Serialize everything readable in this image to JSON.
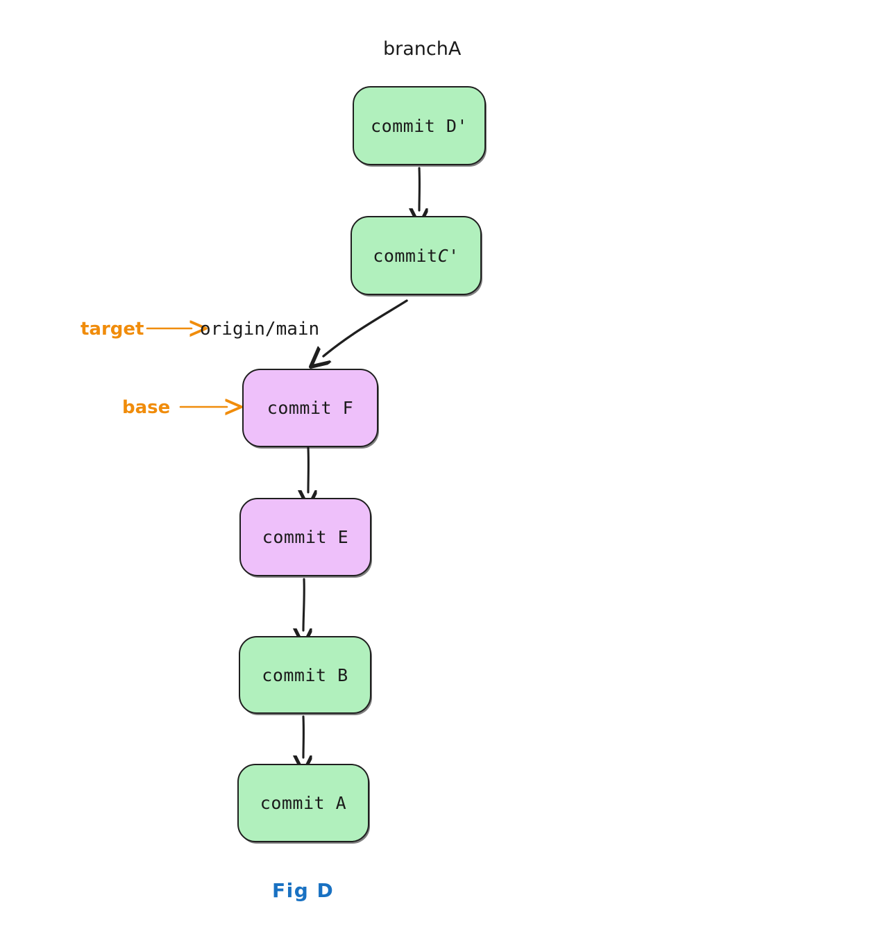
{
  "figure": {
    "caption": "Fig D",
    "caption_color": "#1971c2",
    "background": "#ffffff"
  },
  "palette": {
    "green_fill": "#b1f0bd",
    "pink_fill": "#eec0fa",
    "stroke": "#1f1f1f",
    "annotation_orange": "#f08c0b",
    "caption_blue": "#1971c2"
  },
  "branch_label": {
    "text": "branchA"
  },
  "refs": {
    "origin_main": "origin/main"
  },
  "annotations": [
    {
      "label": "target",
      "points_to": "origin/main"
    },
    {
      "label": "base",
      "points_to": "commit F"
    }
  ],
  "nodes": [
    {
      "id": "D1",
      "label": "commit D'",
      "color": "green",
      "italic_suffix": false
    },
    {
      "id": "C1",
      "label": "commit ",
      "label_italic": "C'",
      "color": "green",
      "italic_suffix": true
    },
    {
      "id": "F",
      "label": "commit F",
      "color": "pink",
      "italic_suffix": false
    },
    {
      "id": "E",
      "label": "commit E",
      "color": "pink",
      "italic_suffix": false
    },
    {
      "id": "B",
      "label": "commit B",
      "color": "green",
      "italic_suffix": false
    },
    {
      "id": "A",
      "label": "commit A",
      "color": "green",
      "italic_suffix": false
    }
  ],
  "edges": [
    {
      "from": "D1",
      "to": "C1",
      "style": "straight"
    },
    {
      "from": "C1",
      "to": "F",
      "style": "curved"
    },
    {
      "from": "F",
      "to": "E",
      "style": "straight"
    },
    {
      "from": "E",
      "to": "B",
      "style": "straight"
    },
    {
      "from": "B",
      "to": "A",
      "style": "straight"
    }
  ]
}
